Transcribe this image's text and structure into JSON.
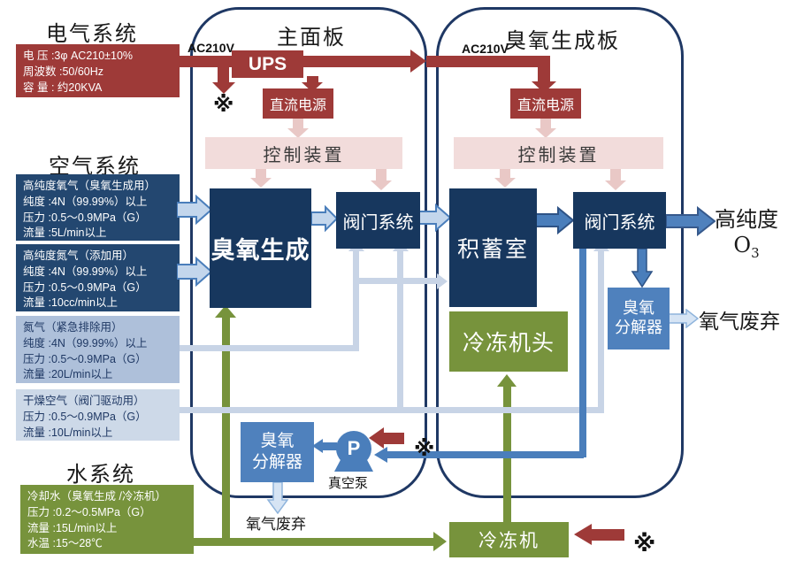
{
  "titles": {
    "electrical": "电气系统",
    "air": "空气系统",
    "water": "水系统",
    "main_panel": "主面板",
    "ozone_panel": "臭氧生成板"
  },
  "spec_boxes": {
    "electrical": {
      "l0": "电 压 :3φ AC210±10%",
      "l1": "周波数 :50/60Hz",
      "l2": "容 量 : 约20KVA"
    },
    "oxygen": {
      "l0": "高纯度氧气（臭氧生成用）",
      "l1": "纯度 :4N（99.99%）以上",
      "l2": "压力 :0.5～0.9MPa（G）",
      "l3": "流量 :5L/min以上"
    },
    "nitrogen_add": {
      "l0": "高纯度氮气（添加用）",
      "l1": "纯度 :4N（99.99%）以上",
      "l2": "压力 :0.5～0.9MPa（G）",
      "l3": "流量 :10cc/min以上"
    },
    "nitrogen_purge": {
      "l0": "氮气（紧急排除用）",
      "l1": "纯度 :4N（99.99%）以上",
      "l2": "压力 :0.5～0.9MPa（G）",
      "l3": "流量 :20L/min以上"
    },
    "dry_air": {
      "l0": "干燥空气（阀门驱动用）",
      "l1": "压力 :0.5～0.9MPa（G）",
      "l2": "流量 :10L/min以上"
    },
    "cooling_water": {
      "l0": "冷却水（臭氧生成 /冷冻机）",
      "l1": "压力 :0.2～0.5MPa（G）",
      "l2": "流量 :15L/min以上",
      "l3": "水温 :15～28℃"
    }
  },
  "labels": {
    "ac210v_main": "AC210V",
    "ac210v_right": "AC210V",
    "ups": "UPS",
    "dc_power_main": "直流电源",
    "dc_power_right": "直流电源",
    "control_main": "控制装置",
    "control_right": "控制装置",
    "ozone_gen": "臭氧生成",
    "valve_main": "阀门系统",
    "accumulator": "积蓄室",
    "valve_right": "阀门系统",
    "freezer_head": "冷冻机头",
    "ozone_decomp_right_line1": "臭氧",
    "ozone_decomp_right_line2": "分解器",
    "ozone_decomp_main_line1": "臭氧",
    "ozone_decomp_main_line2": "分解器",
    "pump_symbol": "P",
    "vacuum_pump": "真空泵",
    "freezer": "冷冻机",
    "o3_out_line1": "高纯度",
    "o3_formula": "O",
    "o3_subscript": "3",
    "oxygen_waste_right": "氧气废弃",
    "oxygen_waste_bottom": "氧气废弃",
    "note_mark_top": "※",
    "note_mark_pump": "※",
    "note_mark_freezer": "※"
  },
  "colors": {
    "dark_red": "#9e3a38",
    "navy": "#17375e",
    "panel_border": "#1f3864",
    "mid_blue": "#4a7ebb",
    "steel_blue": "#4f81bd",
    "light_blue_fill": "#c3d6ec",
    "light_line": "#c8d4e6",
    "pink": "#f2dcdb",
    "pink_arrow": "#e9c8c6",
    "green": "#77933c",
    "spec_navy": "#234770",
    "spec_steel": "#aec0da",
    "spec_light": "#cdd9e8"
  }
}
